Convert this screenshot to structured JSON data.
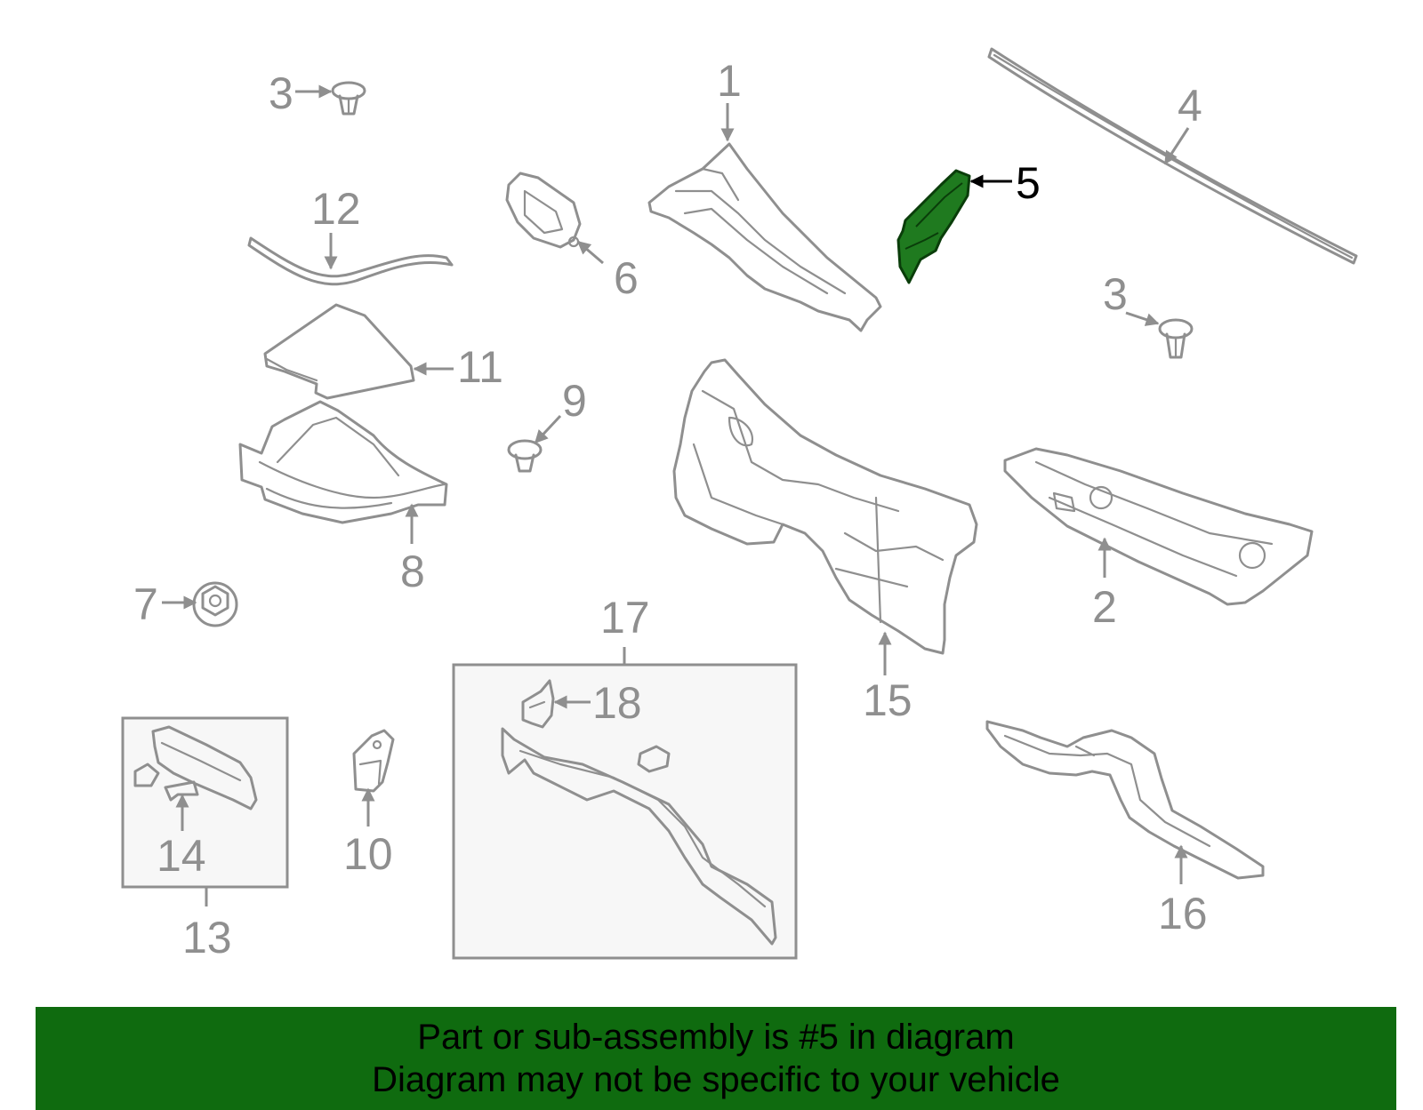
{
  "callouts": {
    "c1": "1",
    "c2": "2",
    "c3a": "3",
    "c3b": "3",
    "c4": "4",
    "c5": "5",
    "c6": "6",
    "c7": "7",
    "c8": "8",
    "c9": "9",
    "c10": "10",
    "c11": "11",
    "c12": "12",
    "c13": "13",
    "c14": "14",
    "c15": "15",
    "c16": "16",
    "c17": "17",
    "c18": "18"
  },
  "highlight": {
    "part": "5",
    "color": "#1f7a1f"
  },
  "colors": {
    "outline": "#8f8f8f",
    "banner": "#0f6b0f",
    "banner_text": "#000000"
  },
  "banner": {
    "line1": "Part or sub-assembly is #5 in diagram",
    "line2": "Diagram may not be specific to your vehicle"
  }
}
